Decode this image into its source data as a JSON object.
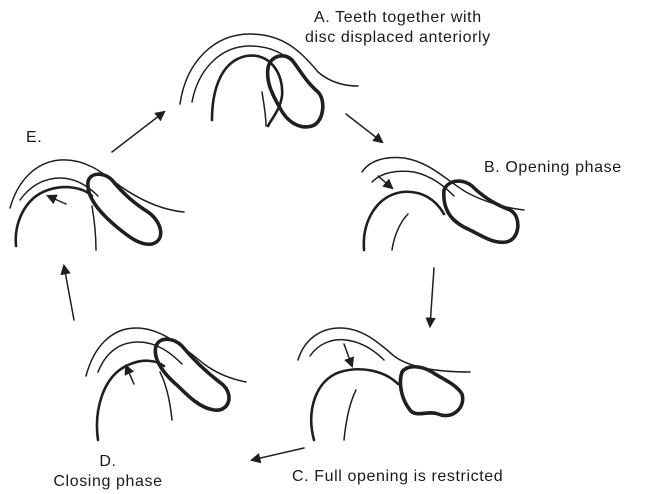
{
  "stages": [
    {
      "id": "A",
      "lines": [
        "A. Teeth together with",
        "disc displaced anteriorly"
      ]
    },
    {
      "id": "B",
      "lines": [
        "B. Opening phase"
      ]
    },
    {
      "id": "C",
      "lines": [
        "C. Full opening is restricted"
      ]
    },
    {
      "id": "D",
      "lines": [
        "D.",
        "Closing phase"
      ]
    },
    {
      "id": "E",
      "lines": [
        "E."
      ]
    }
  ],
  "colors": {
    "ink": "#1f1f1f",
    "background": "#ffffff"
  }
}
